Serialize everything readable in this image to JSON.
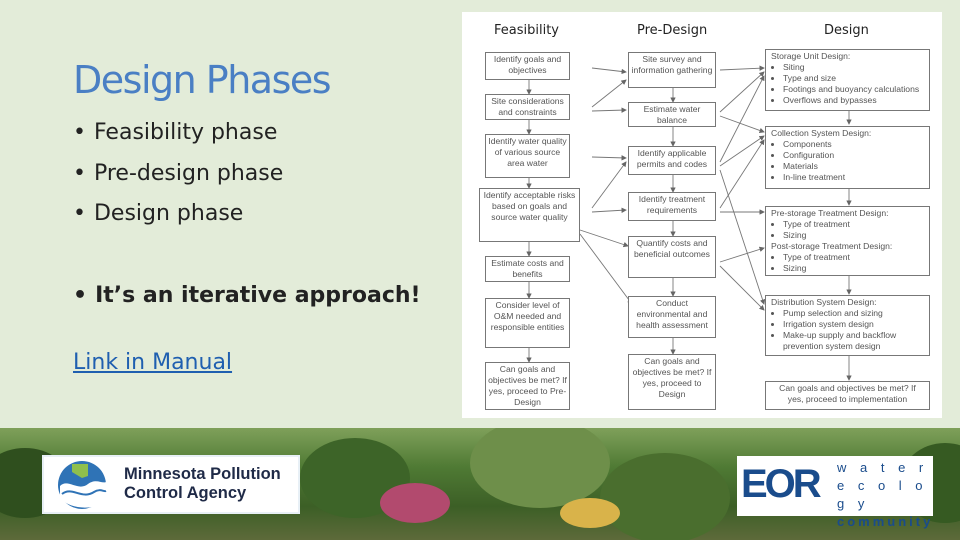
{
  "title": "Design Phases",
  "bullets": [
    "Feasibility phase",
    "Pre-design phase",
    "Design phase",
    "It’s an iterative approach!"
  ],
  "bullet_glyph": "•",
  "link_text": "Link in Manual",
  "flowchart": {
    "columns": [
      "Feasibility",
      "Pre-Design",
      "Design"
    ],
    "feasibility": [
      "Identify goals and objectives",
      "Site considerations and constraints",
      "Identify water quality of various source area water",
      "Identify acceptable risks based on goals and source water quality",
      "Estimate costs and benefits",
      "Consider level of O&M needed and responsible entities",
      "Can goals and objectives be met? If yes, proceed to Pre-Design"
    ],
    "predesign": [
      "Site survey and information gathering",
      "Estimate water balance",
      "Identify applicable permits and codes",
      "Identify treatment requirements",
      "Quantify costs and beneficial outcomes",
      "Conduct environmental and health assessment",
      "Can goals and objectives be met? If yes, proceed to Design"
    ],
    "design": {
      "storage_title": "Storage Unit Design:",
      "storage_items": [
        "Siting",
        "Type and size",
        "Footings and buoyancy calculations",
        "Overflows and bypasses"
      ],
      "collection_title": "Collection System Design:",
      "collection_items": [
        "Components",
        "Configuration",
        "Materials",
        "In-line treatment"
      ],
      "prestorage_title": "Pre-storage Treatment Design:",
      "prestorage_items": [
        "Type of treatment",
        "Sizing"
      ],
      "poststorage_title": "Post-storage Treatment Design:",
      "poststorage_items": [
        "Type of treatment",
        "Sizing"
      ],
      "distribution_title": "Distribution System Design:",
      "distribution_items": [
        "Pump selection and sizing",
        "Irrigation system design",
        "Make-up supply and backflow prevention system design"
      ],
      "final": "Can goals and objectives be met? If yes, proceed to implementation"
    }
  },
  "logos": {
    "mpca_line1": "Minnesota Pollution",
    "mpca_line2": "Control Agency",
    "eor_mark": "EOR",
    "eor_words": [
      "w a t e r",
      "e c o l o g y",
      "community"
    ]
  },
  "colors": {
    "background": "#e3ecd9",
    "title": "#4a7fc4",
    "link": "#1f5fb0",
    "mpca_navy": "#1f2a47",
    "eor_blue": "#1a4c8c"
  }
}
